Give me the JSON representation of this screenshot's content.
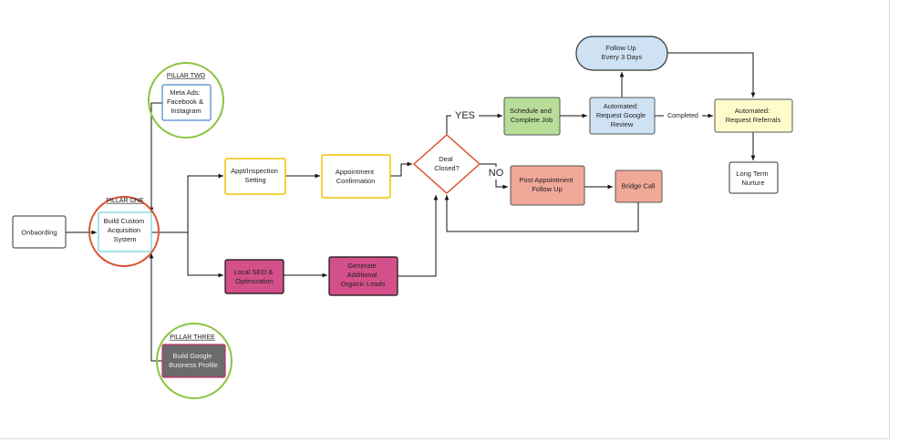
{
  "pillars": {
    "one": "PILLAR ONE",
    "two": "PILLAR TWO",
    "three": "PILLAR THREE"
  },
  "nodes": {
    "onboarding": [
      "Onbaording"
    ],
    "build_custom": [
      "Build Custom",
      "Acquisition",
      "System"
    ],
    "meta_ads": [
      "Meta Ads:",
      "Facebook &",
      "Instagram"
    ],
    "google_profile": [
      "Build Google",
      "Business Profile"
    ],
    "appt_inspection": [
      "Appt/Inspection",
      "Setting"
    ],
    "appt_confirmation": [
      "Appointment",
      "Confirmation"
    ],
    "local_seo": [
      "Local SEO &",
      "Optimization"
    ],
    "organic_leads": [
      "Generate",
      "Additional",
      "Organic Leads"
    ],
    "deal_closed": [
      "Deal",
      "Closed?"
    ],
    "schedule_job": [
      "Schedule and",
      "Complete Job"
    ],
    "post_followup": [
      "Post Appointment",
      "Follow Up"
    ],
    "bridge_call": [
      "Bridge Call"
    ],
    "request_review": [
      "Automated:",
      "Request Google",
      "Review"
    ],
    "follow_up_3days": [
      "Follow Up",
      "Every 3 Days"
    ],
    "request_referrals": [
      "Automated:",
      "Request Referrals"
    ],
    "long_term": [
      "Long Term",
      "Nurture"
    ]
  },
  "edge_labels": {
    "yes": "YES",
    "no": "NO",
    "completed": "Completed"
  },
  "colors": {
    "pillar_circle_red": "#d9532f",
    "pillar_circle_green": "#8cc440",
    "yellow_border": "#f2c200",
    "magenta_fill": "#d4508a",
    "green_fill": "#b7dd98",
    "salmon_fill": "#f0a898",
    "lightblue_fill": "#cfe2f3",
    "yellow_fill": "#fffccc",
    "google_fill": "#6b6b6b"
  }
}
